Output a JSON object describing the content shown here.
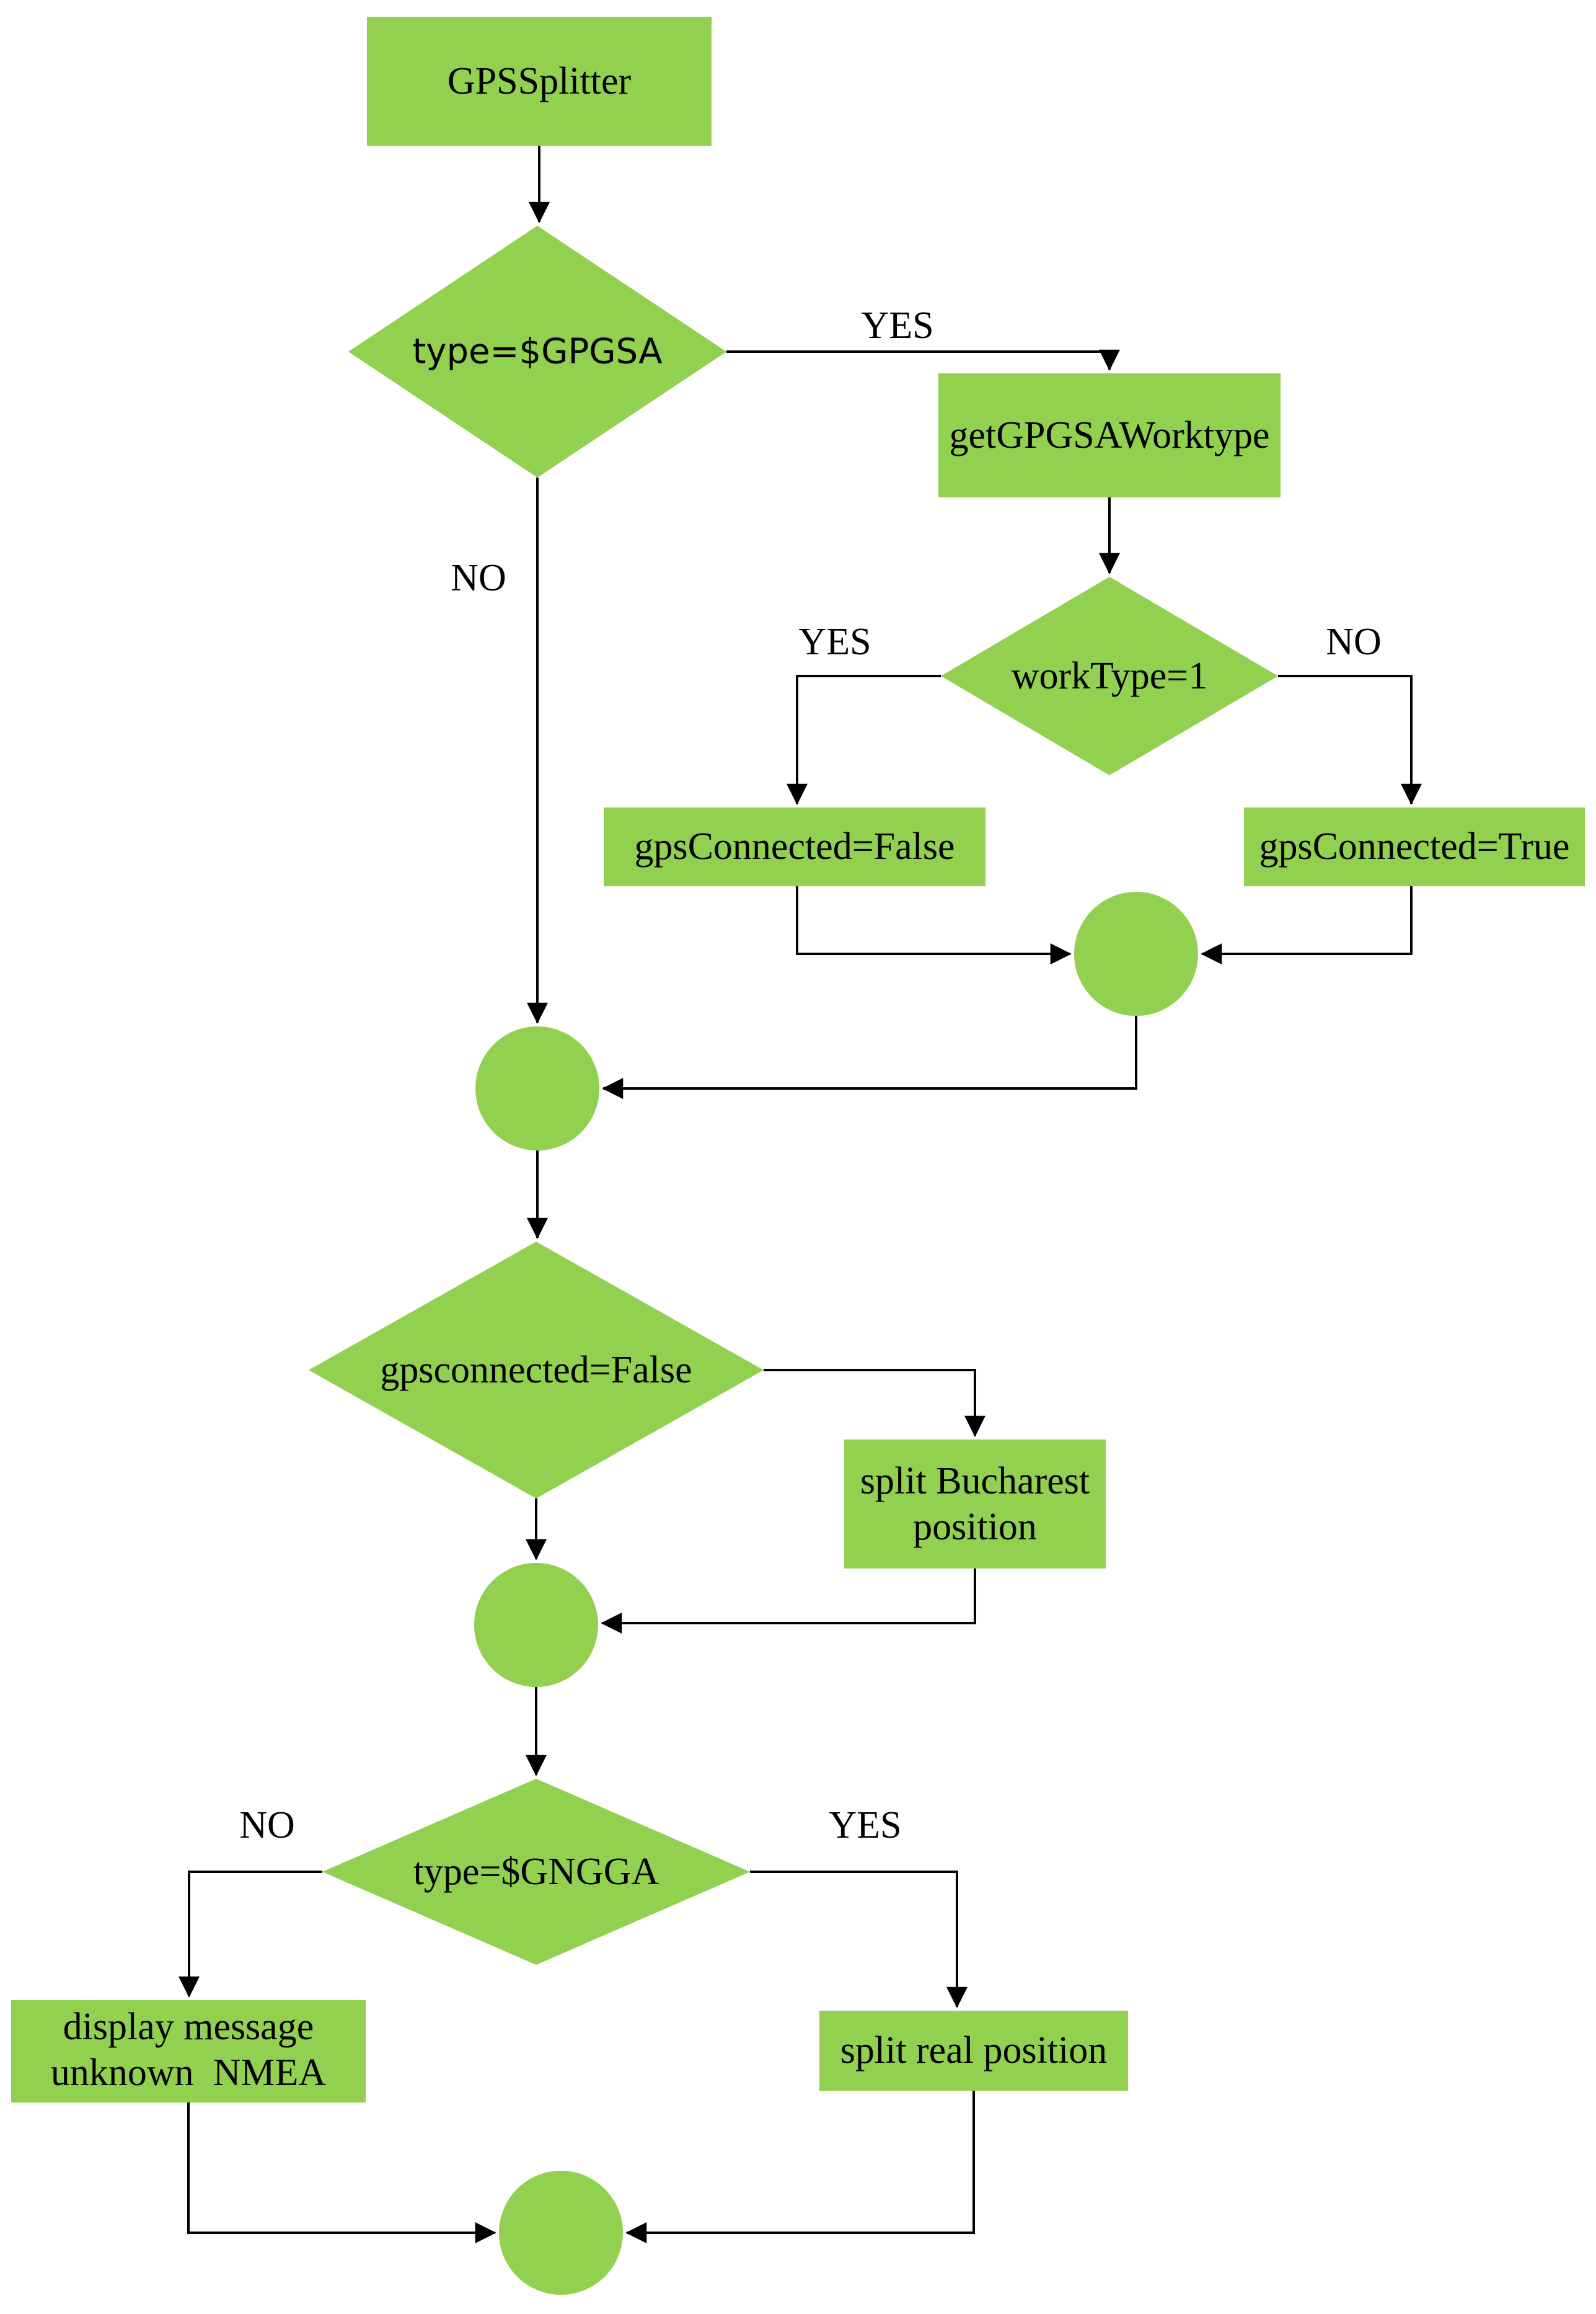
{
  "diagram": {
    "type": "flowchart",
    "background": "#ffffff",
    "node_fill": "#92D050",
    "line_color": "#000000",
    "text_color": "#000000",
    "nodes": {
      "start": {
        "shape": "rect",
        "label": "GPSSplitter"
      },
      "check_gpgsa": {
        "shape": "diamond",
        "label": "type=$GPGSA"
      },
      "get_worktype": {
        "shape": "rect",
        "label": "getGPGSAWorktype"
      },
      "check_worktype": {
        "shape": "diamond",
        "label": "workType=1"
      },
      "gps_connected_false": {
        "shape": "rect",
        "label": "gpsConnected=False"
      },
      "gps_connected_true": {
        "shape": "rect",
        "label": "gpsConnected=True"
      },
      "merge_worktype": {
        "shape": "circle",
        "label": ""
      },
      "merge_gpgsa": {
        "shape": "circle",
        "label": ""
      },
      "check_gpsconnected": {
        "shape": "diamond",
        "label": "gpsconnected=False"
      },
      "split_bucharest": {
        "shape": "rect",
        "line1": "split Bucharest",
        "line2": "position"
      },
      "merge_bucharest": {
        "shape": "circle",
        "label": ""
      },
      "check_gngga": {
        "shape": "diamond",
        "label": "type=$GNGGA"
      },
      "display_message": {
        "shape": "rect",
        "line1": "display message",
        "line2": "unknown  NMEA"
      },
      "split_real": {
        "shape": "rect",
        "label": "split real position"
      },
      "merge_end": {
        "shape": "circle",
        "label": ""
      }
    },
    "edge_labels": {
      "gpgsa_yes": "YES",
      "gpgsa_no": "NO",
      "worktype_yes": "YES",
      "worktype_no": "NO",
      "gngga_no": "NO",
      "gngga_yes": "YES"
    }
  }
}
